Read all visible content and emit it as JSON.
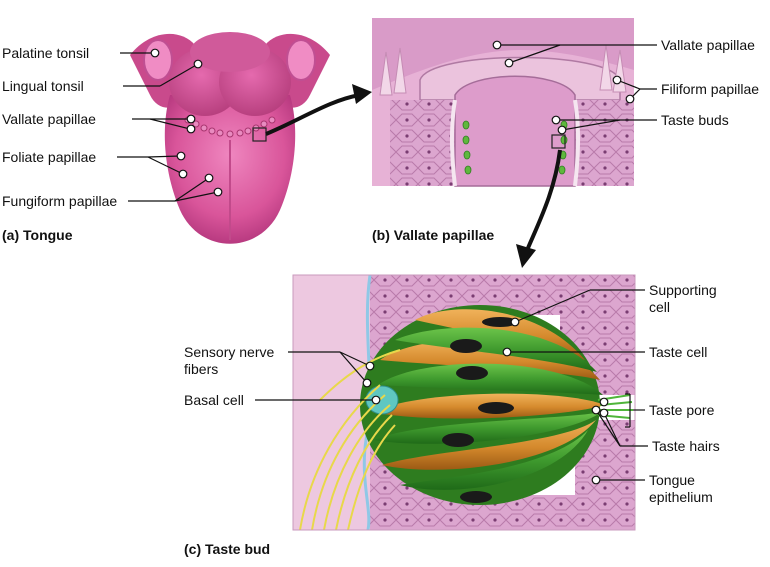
{
  "panels": {
    "a": {
      "caption_letter": "(a)",
      "caption": "Tongue",
      "labels": {
        "palatine_tonsil": "Palatine tonsil",
        "lingual_tonsil": "Lingual tonsil",
        "vallate_papillae": "Vallate papillae",
        "foliate_papillae": "Foliate papillae",
        "fungiform_papillae": "Fungiform papillae"
      }
    },
    "b": {
      "caption_letter": "(b)",
      "caption": "Vallate papillae",
      "labels": {
        "vallate_papillae": "Vallate papillae",
        "filiform_papillae": "Filiform papillae",
        "taste_buds": "Taste buds"
      }
    },
    "c": {
      "caption_letter": "(c)",
      "caption": "Taste bud",
      "labels": {
        "supporting_cell_1": "Supporting",
        "supporting_cell_2": "cell",
        "taste_cell": "Taste cell",
        "sensory_nerve_1": "Sensory nerve",
        "sensory_nerve_2": "fibers",
        "basal_cell": "Basal cell",
        "taste_pore": "Taste pore",
        "taste_hairs": "Taste hairs",
        "tongue_epithelium_1": "Tongue",
        "tongue_epithelium_2": "epithelium"
      }
    }
  },
  "colors": {
    "tongue_pink": "#d9559a",
    "tissue_pink": "#e9b4d6",
    "cell_green": "#3f9a2e",
    "cell_orange": "#d4892c",
    "nerve_yellow": "#e8d84a",
    "leader_line": "#111111"
  }
}
